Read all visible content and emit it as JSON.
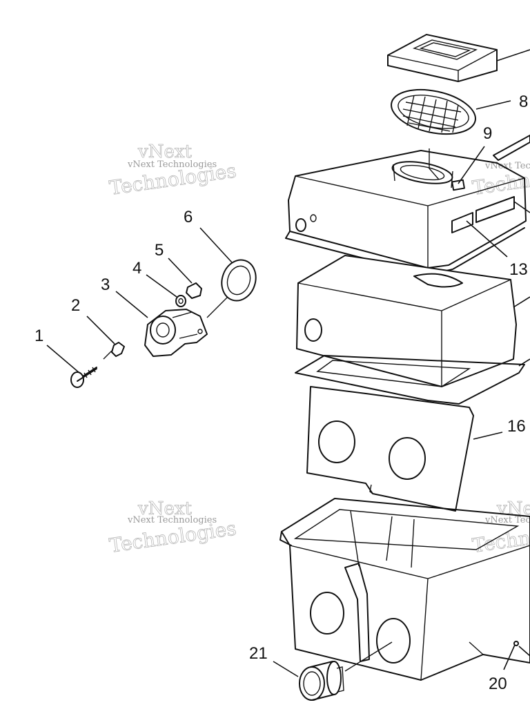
{
  "watermark": {
    "line1": "vNext",
    "line2": "vNext Technologies",
    "line3": "Technologies"
  },
  "callouts": [
    {
      "id": "1",
      "label": "1"
    },
    {
      "id": "2",
      "label": "2"
    },
    {
      "id": "3",
      "label": "3"
    },
    {
      "id": "4",
      "label": "4"
    },
    {
      "id": "5",
      "label": "5"
    },
    {
      "id": "6",
      "label": "6"
    },
    {
      "id": "8",
      "label": "8"
    },
    {
      "id": "9",
      "label": "9"
    },
    {
      "id": "13",
      "label": "13"
    },
    {
      "id": "16",
      "label": "16"
    },
    {
      "id": "20",
      "label": "20"
    },
    {
      "id": "21",
      "label": "21"
    }
  ]
}
